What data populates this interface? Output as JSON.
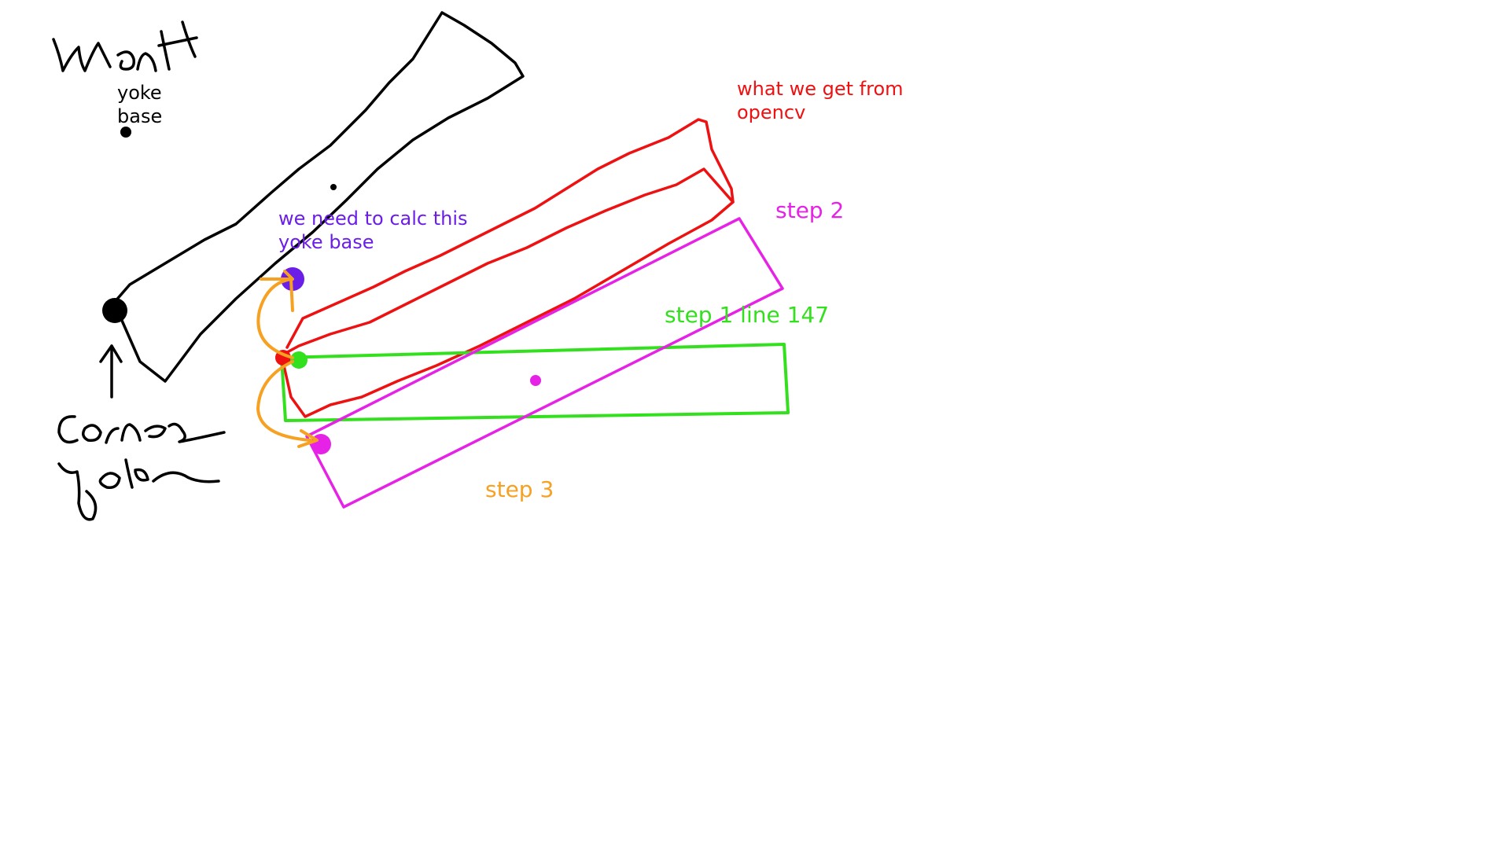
{
  "canvas": {
    "background": "#ffffff"
  },
  "labels": {
    "want": "want",
    "yoke_base_line1": "yoke",
    "yoke_base_line2": "base",
    "corner_yoke_line1": "corner",
    "corner_yoke_line2": "yoke",
    "opencv_line1": "what we get from",
    "opencv_line2": "opencv",
    "calc_line1": "we need to calc this",
    "calc_line2": "yoke base",
    "step1": "step 1 line 147",
    "step2": "step 2",
    "step3": "step 3"
  },
  "colors": {
    "black": "#000000",
    "red": "#ee1111",
    "purple": "#6a1ee8",
    "magenta": "#e622e6",
    "green": "#33e01e",
    "orange": "#f7a123"
  }
}
